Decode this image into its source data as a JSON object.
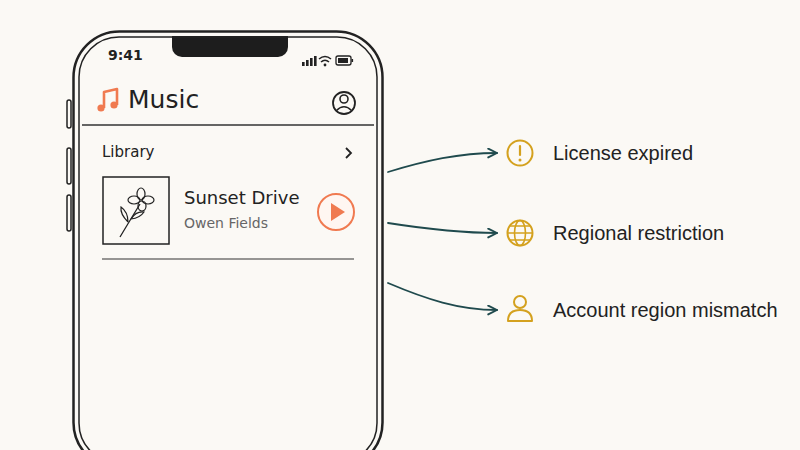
{
  "diagram": {
    "nodes": [
      {
        "text": [
          "9:41",
          "Music",
          "Library"
        ]
      },
      {
        "text": [
          "Sunset Drive",
          "Owen Fields"
        ],
        "in": 0
      },
      {
        "text": [
          "License expired"
        ]
      },
      {
        "text": [
          "Regional restriction"
        ]
      },
      {
        "text": [
          "Account region mismatch"
        ]
      }
    ],
    "edges": [
      {
        "from": 0,
        "to": 2,
        "arrow": "to"
      },
      {
        "from": 0,
        "to": 3,
        "arrow": "to"
      },
      {
        "from": 0,
        "to": 4,
        "arrow": "to"
      }
    ]
  }
}
